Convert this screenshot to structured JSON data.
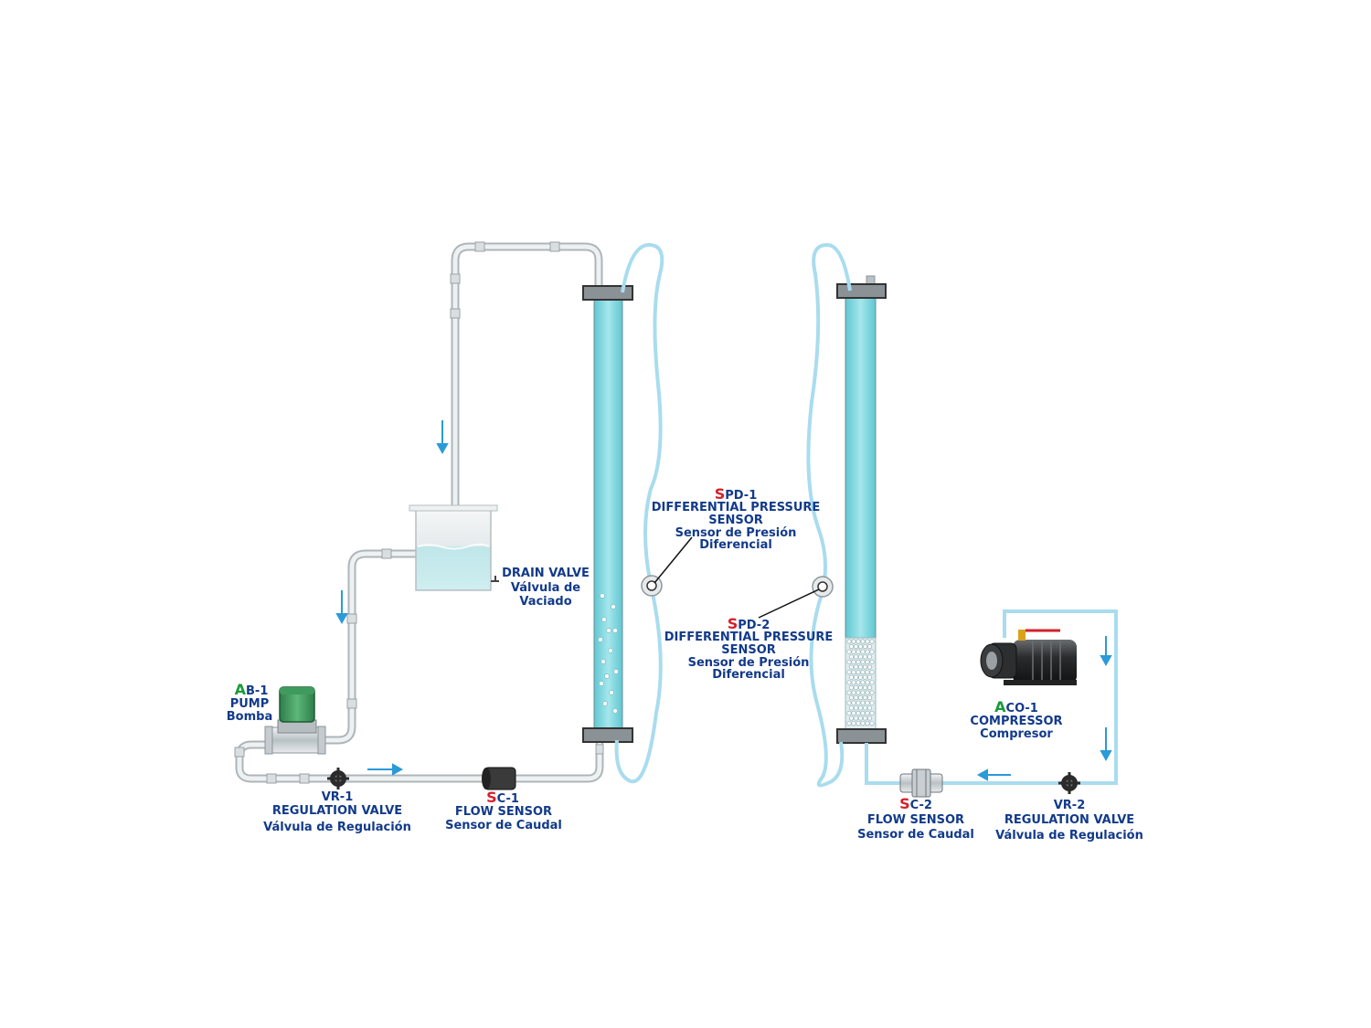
{
  "colors": {
    "label_blue": "#123a8a",
    "prefix_red": "#d4202a",
    "prefix_green": "#1a9a3a",
    "water": "#7fd6df",
    "pipe": "#e3e7ea",
    "hose": "#a9dcef",
    "arrow": "#2a9ad8"
  },
  "components": {
    "ab1": {
      "prefix": "A",
      "code": "B-1",
      "name": "PUMP",
      "sub": "Bomba"
    },
    "vr1": {
      "code": "VR-1",
      "name": "REGULATION VALVE",
      "sub": "Válvula de Regulación"
    },
    "sc1": {
      "prefix": "S",
      "code": "C-1",
      "name": "FLOW SENSOR",
      "sub": "Sensor de Caudal"
    },
    "drain": {
      "name": "DRAIN VALVE",
      "sub1": "Válvula de",
      "sub2": "Vaciado"
    },
    "spd1": {
      "prefix": "S",
      "code": "PD-1",
      "name1": "DIFFERENTIAL PRESSURE",
      "name2": "SENSOR",
      "sub1": "Sensor de Presión",
      "sub2": "Diferencial"
    },
    "spd2": {
      "prefix": "S",
      "code": "PD-2",
      "name1": "DIFFERENTIAL PRESSURE",
      "name2": "SENSOR",
      "sub1": "Sensor de Presión",
      "sub2": "Diferencial"
    },
    "aco1": {
      "prefix": "A",
      "code": "CO-1",
      "name": "COMPRESSOR",
      "sub": "Compresor"
    },
    "sc2": {
      "prefix": "S",
      "code": "C-2",
      "name": "FLOW SENSOR",
      "sub": "Sensor de Caudal"
    },
    "vr2": {
      "code": "VR-2",
      "name": "REGULATION VALVE",
      "sub": "Válvula de Regulación"
    }
  }
}
